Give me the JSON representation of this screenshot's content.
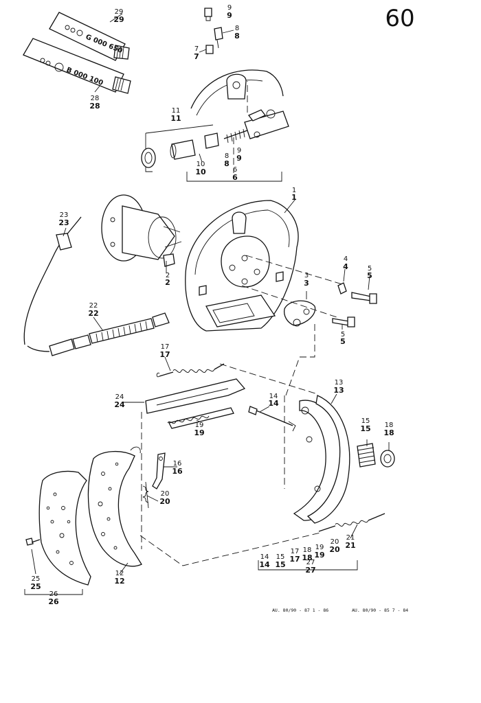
{
  "page_number": "60",
  "tubes": {
    "tube_29": "G 000 650",
    "tube_28": "B 000 100"
  },
  "footer": {
    "left": "AU. 80/90 - 87   1 - 86",
    "right": "AU. 80/90 - 85   7 - 84"
  },
  "callouts": {
    "c1": [
      "1",
      "1"
    ],
    "c2": [
      "2",
      "2"
    ],
    "c3": [
      "3",
      "3"
    ],
    "c4": [
      "4",
      "4"
    ],
    "c5a": [
      "5",
      "5"
    ],
    "c5b": [
      "5",
      "5"
    ],
    "c6": [
      "6",
      "6"
    ],
    "c7": [
      "7",
      "7"
    ],
    "c8a": [
      "8",
      "8"
    ],
    "c8b": [
      "8",
      "8"
    ],
    "c9a": [
      "9",
      "9"
    ],
    "c9b": [
      "9",
      "9"
    ],
    "c10": [
      "10",
      "10"
    ],
    "c11": [
      "11",
      "11"
    ],
    "c12": [
      "12",
      "12"
    ],
    "c13": [
      "13",
      "13"
    ],
    "c14a": [
      "14",
      "14"
    ],
    "c14b": [
      "14",
      "14"
    ],
    "c15a": [
      "15",
      "15"
    ],
    "c15b": [
      "15",
      "15"
    ],
    "c16": [
      "16",
      "16"
    ],
    "c17a": [
      "17",
      "17"
    ],
    "c17b": [
      "17",
      "17"
    ],
    "c18a": [
      "18",
      "18"
    ],
    "c18b": [
      "18",
      "18"
    ],
    "c19a": [
      "19",
      "19"
    ],
    "c19b": [
      "19",
      "19"
    ],
    "c20a": [
      "20",
      "20"
    ],
    "c20b": [
      "20",
      "20"
    ],
    "c21": [
      "21",
      "21"
    ],
    "c22": [
      "22",
      "22"
    ],
    "c23": [
      "23",
      "23"
    ],
    "c24": [
      "24",
      "24"
    ],
    "c25": [
      "25",
      "25"
    ],
    "c26": [
      "26",
      "26"
    ],
    "c27": [
      "27",
      "27"
    ],
    "c28": [
      "28",
      "28"
    ],
    "c29": [
      "29",
      "29"
    ]
  }
}
